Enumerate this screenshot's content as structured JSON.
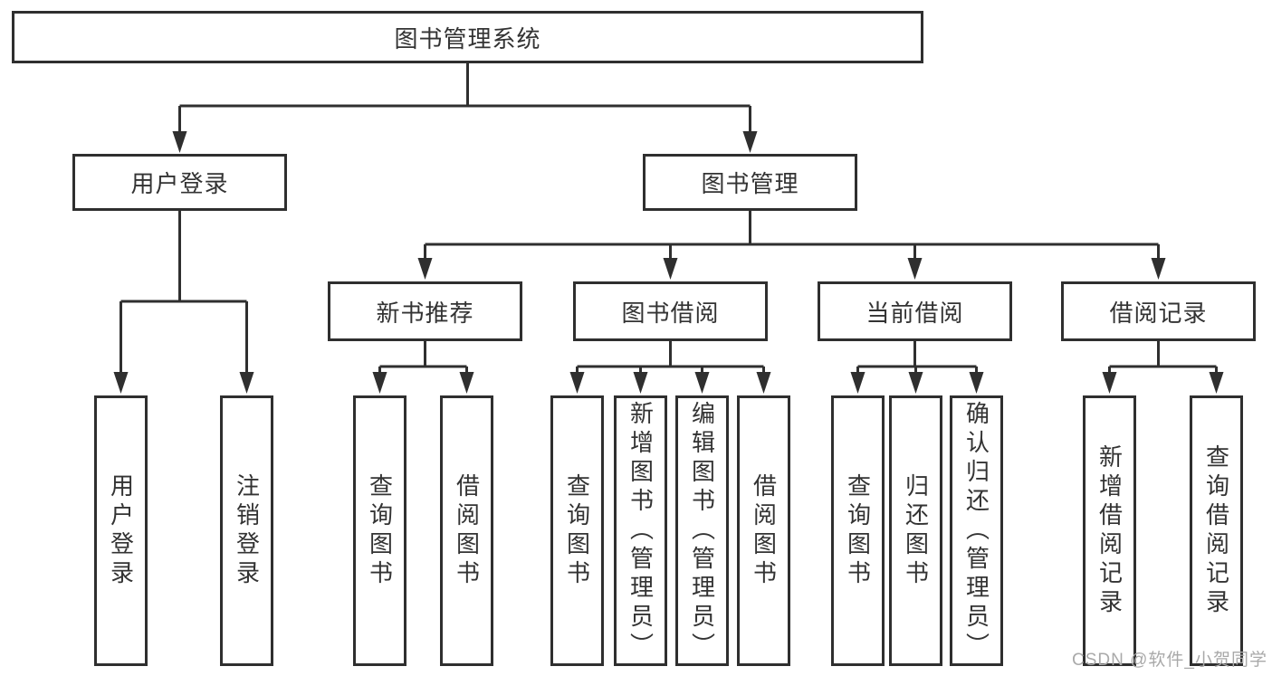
{
  "colors": {
    "line": "#2f2f2f",
    "text": "#333333",
    "background": "#ffffff",
    "watermark": "#a9a9a9"
  },
  "nodes": {
    "root": {
      "label": "图书管理系统"
    },
    "level2": [
      {
        "label": "用户登录",
        "parent": "图书管理系统"
      },
      {
        "label": "图书管理",
        "parent": "图书管理系统"
      }
    ],
    "level3": [
      {
        "label": "新书推荐",
        "parent": "图书管理"
      },
      {
        "label": "图书借阅",
        "parent": "图书管理"
      },
      {
        "label": "当前借阅",
        "parent": "图书管理"
      },
      {
        "label": "借阅记录",
        "parent": "图书管理"
      }
    ],
    "leaves": [
      {
        "label": "用户登录",
        "parent": "用户登录"
      },
      {
        "label": "注销登录",
        "parent": "用户登录"
      },
      {
        "label": "查询图书",
        "parent": "新书推荐"
      },
      {
        "label": "借阅图书",
        "parent": "新书推荐"
      },
      {
        "label": "查询图书",
        "parent": "图书借阅"
      },
      {
        "label": "新增图书（管理员）",
        "parent": "图书借阅"
      },
      {
        "label": "编辑图书（管理员）",
        "parent": "图书借阅"
      },
      {
        "label": "借阅图书",
        "parent": "图书借阅"
      },
      {
        "label": "查询图书",
        "parent": "当前借阅"
      },
      {
        "label": "归还图书",
        "parent": "当前借阅"
      },
      {
        "label": "确认归还（管理员）",
        "parent": "当前借阅"
      },
      {
        "label": "新增借阅记录",
        "parent": "借阅记录"
      },
      {
        "label": "查询借阅记录",
        "parent": "借阅记录"
      }
    ]
  },
  "watermark": {
    "text": "CSDN @软件_小贺同学"
  }
}
